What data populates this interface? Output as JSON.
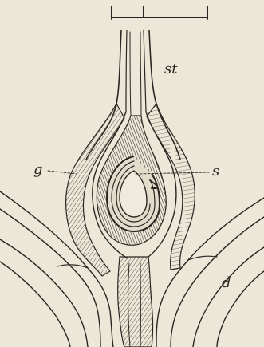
{
  "figure": {
    "labels": {
      "st": "st",
      "g": "g",
      "s": "s",
      "d": "d"
    },
    "colors": {
      "paper": "#ece7d6",
      "ink": "#2a2622",
      "tissue": "#b9b2a3"
    }
  }
}
